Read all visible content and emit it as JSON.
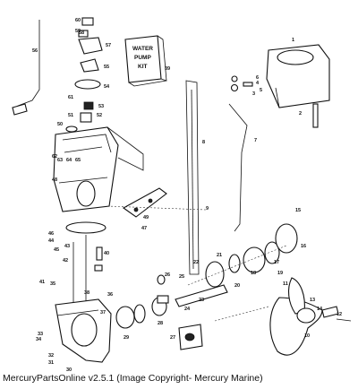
{
  "caption": "MercuryPartsOnline v2.5.1 (Image Copyright- Mercury Marine)",
  "kits": {
    "water_pump_kit": [
      "WATER",
      "PUMP",
      "KIT"
    ]
  },
  "part_numbers": [
    "1",
    "2",
    "3",
    "4",
    "5",
    "6",
    "7",
    "8",
    "9",
    "10",
    "11",
    "12",
    "13",
    "14",
    "15",
    "16",
    "17",
    "18",
    "19",
    "20",
    "21",
    "22",
    "23",
    "24",
    "25",
    "26",
    "27",
    "28",
    "29",
    "30",
    "31",
    "32",
    "33",
    "34",
    "35",
    "36",
    "37",
    "38",
    "39",
    "40",
    "41",
    "42",
    "43",
    "44",
    "45",
    "46",
    "47",
    "48",
    "49",
    "50",
    "51",
    "52",
    "53",
    "54",
    "55",
    "56",
    "57",
    "58",
    "59",
    "60",
    "61",
    "62",
    "63",
    "64",
    "65"
  ]
}
